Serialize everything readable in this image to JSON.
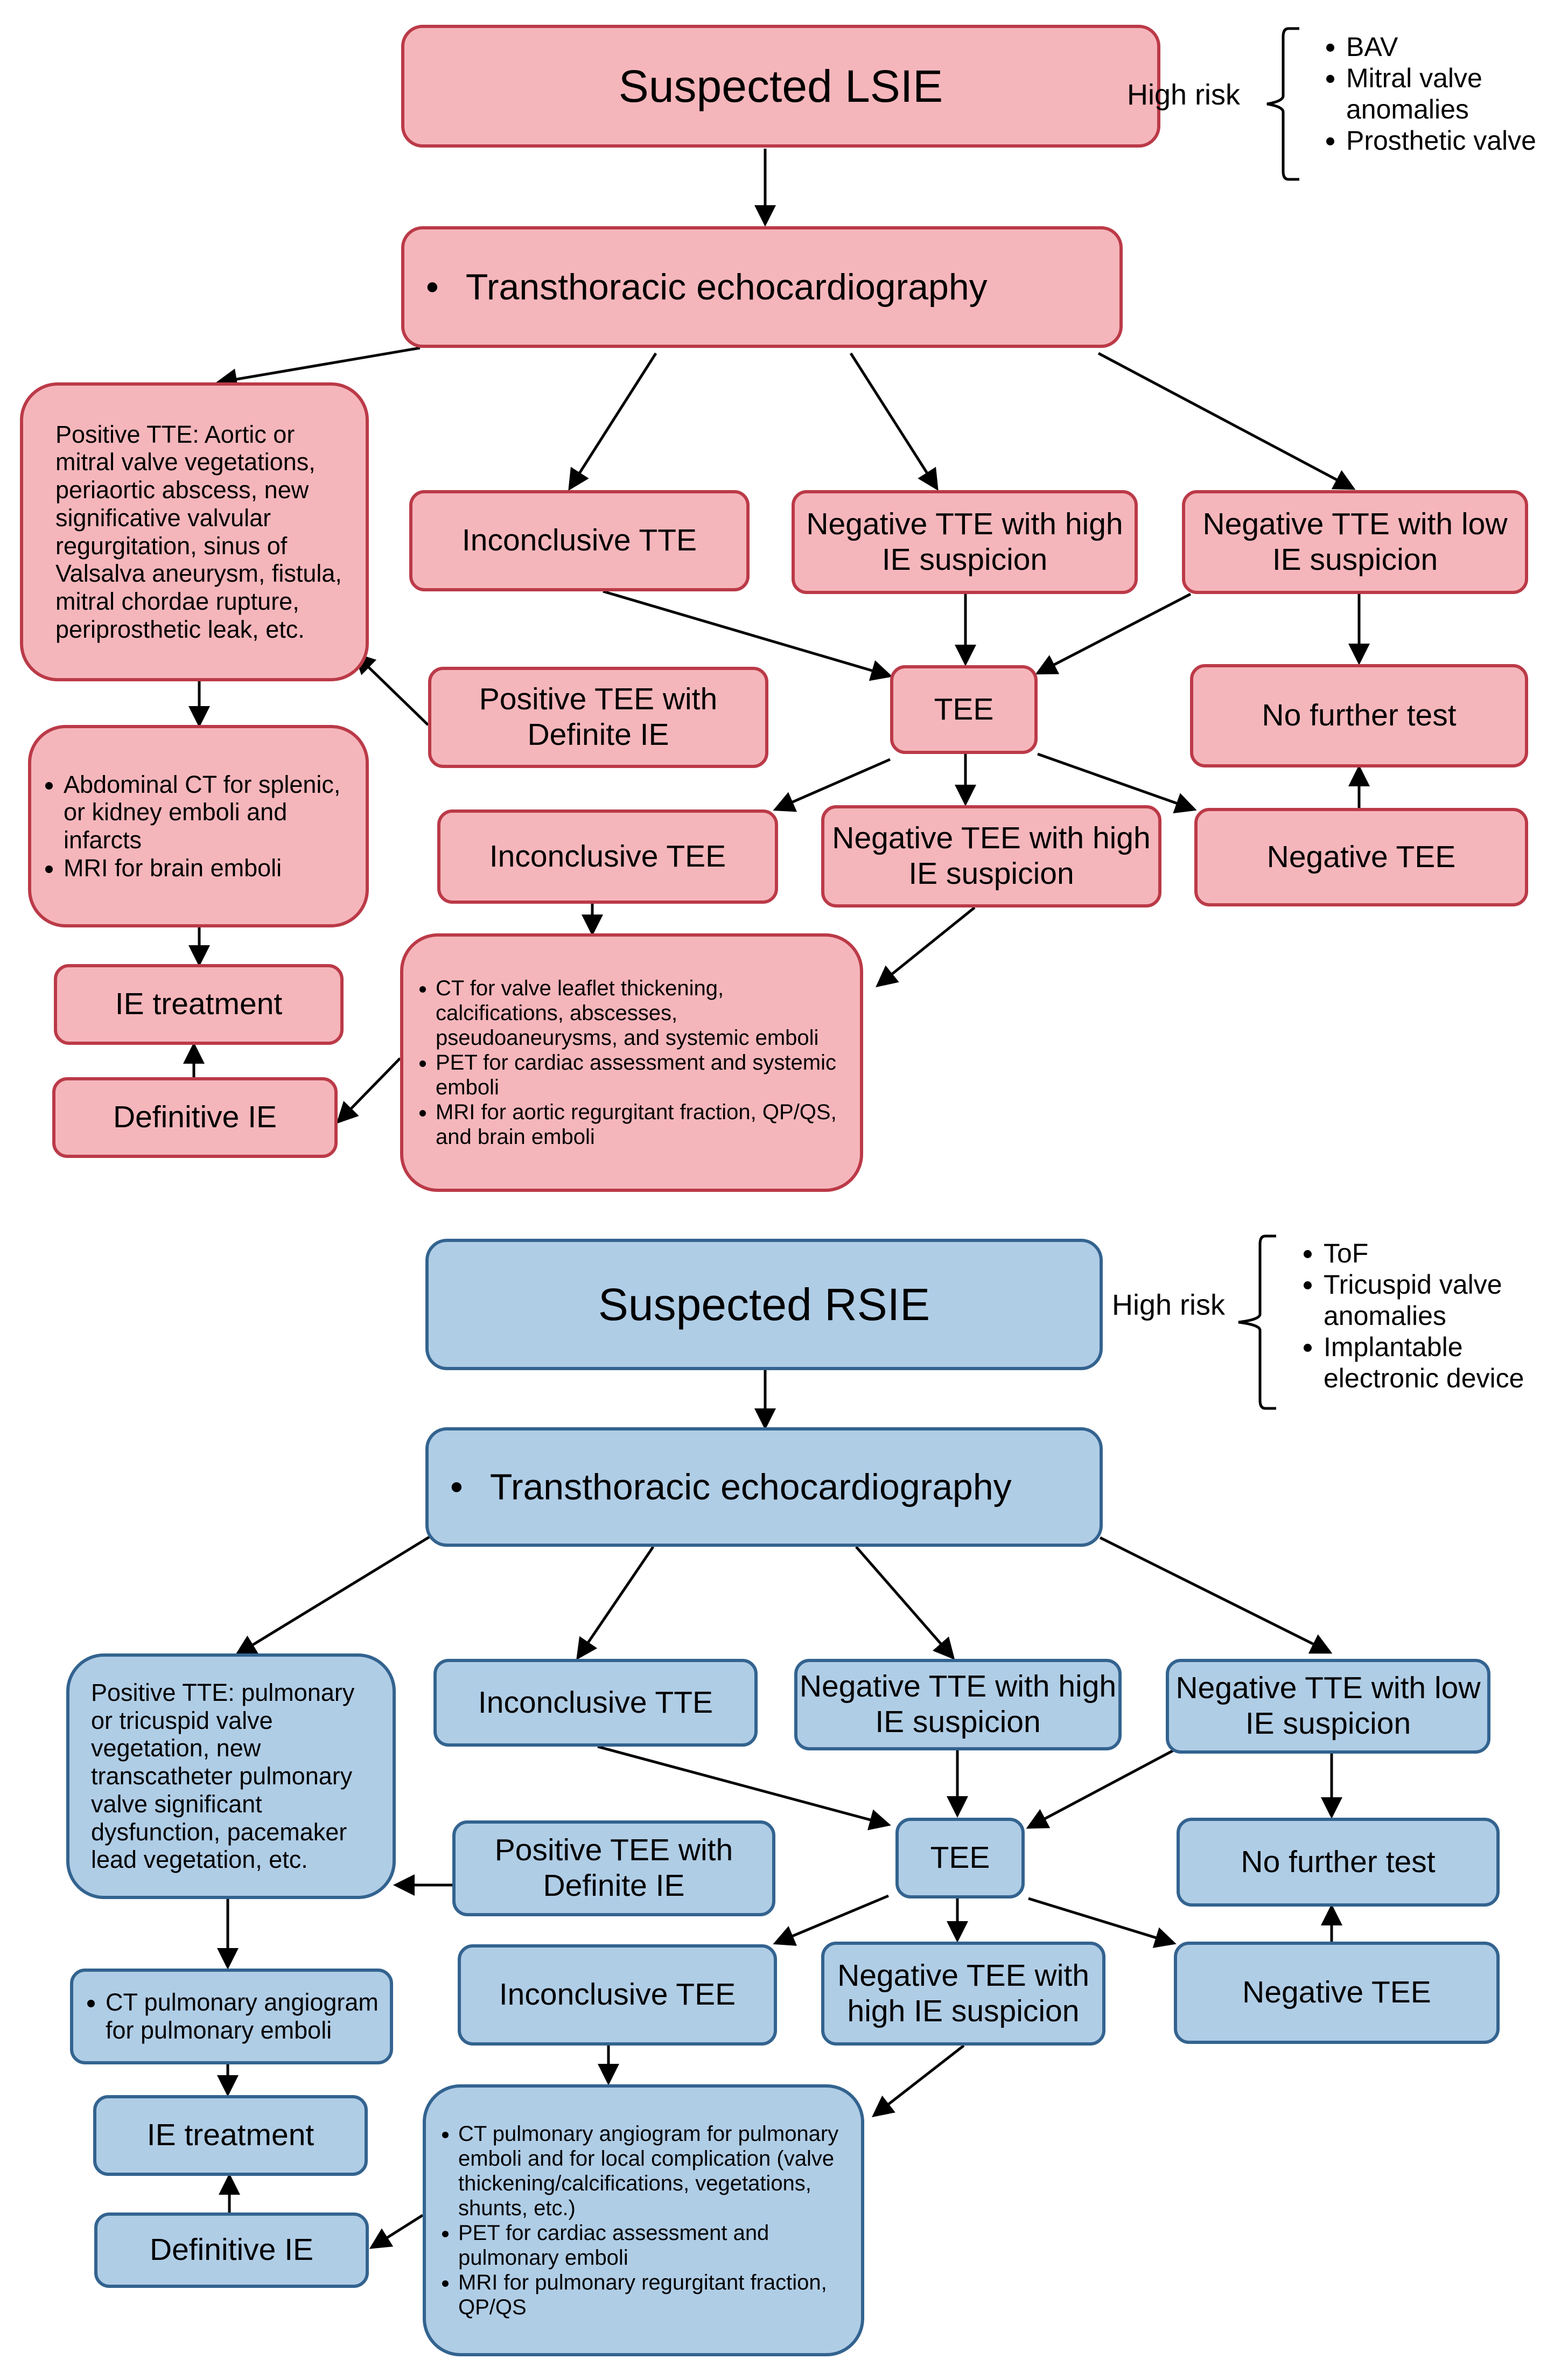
{
  "lsie": {
    "title": "Suspected LSIE",
    "high_risk_label": "High risk",
    "high_risk_items": [
      "BAV",
      "Mitral valve anomalies",
      "Prosthetic valve"
    ],
    "tte": "Transthoracic echocardiography",
    "positive_tte": "Positive TTE: Aortic or mitral valve vegetations, periaortic abscess, new significative valvular regurgitation, sinus of Valsalva aneurysm, fistula, mitral chordae rupture, periprosthetic leak, etc.",
    "inconclusive_tte": "Inconclusive TTE",
    "neg_tte_high": "Negative TTE with high IE suspicion",
    "neg_tte_low": "Negative TTE with low IE suspicion",
    "positive_tee": "Positive TEE with Definite IE",
    "tee": "TEE",
    "no_further_test": "No further test",
    "imaging_items": [
      "Abdominal CT for splenic, or kidney emboli and infarcts",
      "MRI for brain emboli"
    ],
    "inconclusive_tee": "Inconclusive TEE",
    "neg_tee_high": "Negative TEE with high IE suspicion",
    "neg_tee": "Negative TEE",
    "ie_treatment": "IE treatment",
    "definitive_ie": "Definitive IE",
    "advanced_items": [
      "CT for valve leaflet thickening, calcifications, abscesses, pseudoaneurysms, and systemic emboli",
      "PET for cardiac assessment and systemic emboli",
      "MRI for aortic regurgitant fraction, QP/QS, and brain emboli"
    ]
  },
  "rsie": {
    "title": "Suspected RSIE",
    "high_risk_label": "High risk",
    "high_risk_items": [
      "ToF",
      "Tricuspid valve anomalies",
      "Implantable electronic device"
    ],
    "tte": "Transthoracic echocardiography",
    "positive_tte": "Positive TTE: pulmonary or tricuspid valve vegetation, new transcatheter pulmonary valve significant dysfunction, pacemaker lead vegetation, etc.",
    "inconclusive_tte": "Inconclusive TTE",
    "neg_tte_high": "Negative TTE with high IE suspicion",
    "neg_tte_low": "Negative TTE with low IE suspicion",
    "positive_tee": "Positive TEE with Definite IE",
    "tee": "TEE",
    "no_further_test": "No further test",
    "imaging_items": [
      "CT pulmonary angiogram for pulmonary emboli"
    ],
    "inconclusive_tee": "Inconclusive TEE",
    "neg_tee_high": "Negative TEE with high IE suspicion",
    "neg_tee": "Negative TEE",
    "ie_treatment": "IE treatment",
    "definitive_ie": "Definitive IE",
    "advanced_items": [
      "CT pulmonary angiogram for pulmonary emboli and for local complication (valve thickening/calcifications, vegetations, shunts, etc.)",
      "PET for cardiac assessment and pulmonary emboli",
      "MRI for pulmonary regurgitant fraction, QP/QS"
    ]
  }
}
